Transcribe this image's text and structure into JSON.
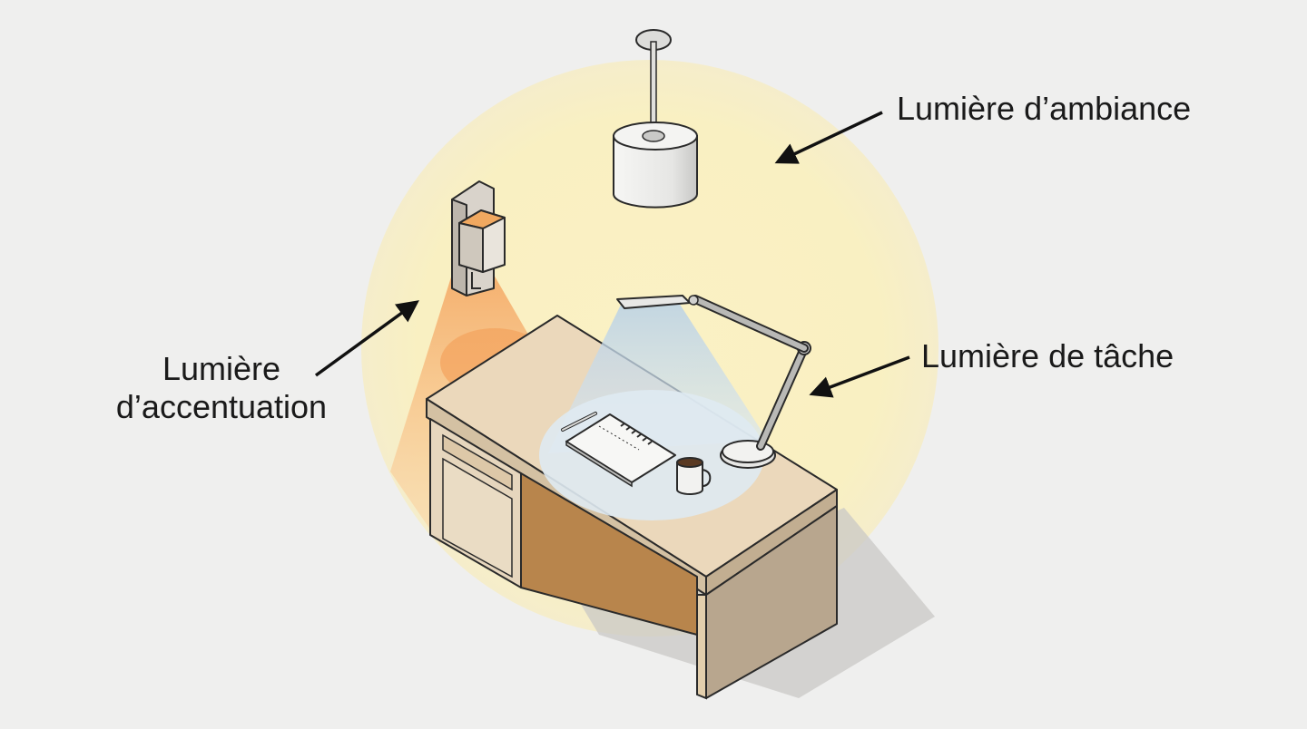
{
  "labels": {
    "ambient": "Lumière d’ambiance",
    "task": "Lumière de tâche",
    "accent_line1": "Lumière",
    "accent_line2": "d’accentuation"
  },
  "colors": {
    "background": "#efefee",
    "ambient_glow": "#f9f0bf",
    "accent_beam": "#f6b777",
    "task_beam": "#cfe0ec",
    "desk_top": "#ebd8bb",
    "desk_side": "#b8a68e",
    "arrow": "#111111"
  },
  "icons": {
    "pendant": "pendant-lamp-icon",
    "wall_sconce": "wall-sconce-icon",
    "desk_lamp": "desk-lamp-icon",
    "notebook": "notebook-icon",
    "pen": "pen-icon",
    "mug": "coffee-mug-icon"
  }
}
